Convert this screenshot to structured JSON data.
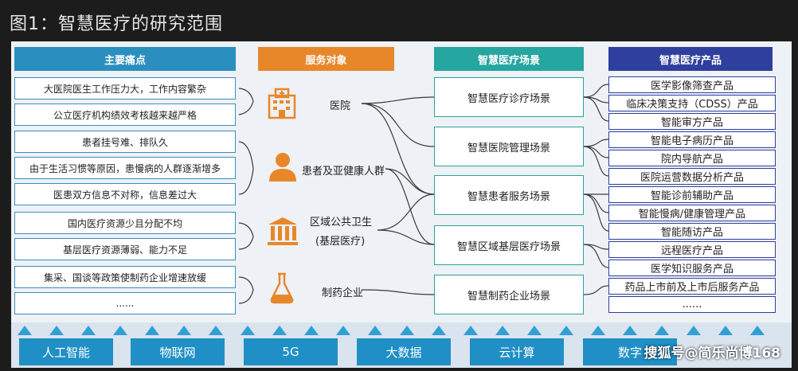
{
  "title": "图1：智慧医疗的研究范围",
  "headers": {
    "pain": "主要痛点",
    "target": "服务对象",
    "scene": "智慧医疗场景",
    "product": "智慧医疗产品"
  },
  "pain_points": [
    "大医院医生工作压力大，工作内容繁杂",
    "公立医疗机构绩效考核越来越严格",
    "患者挂号难、排队久",
    "由于生活习惯等原因，患慢病的人群逐渐增多",
    "医患双方信息不对称，信息差过大",
    "国内医疗资源少且分配不均",
    "基层医疗资源薄弱、能力不足",
    "集采、国谈等政策使制药企业增速放缓",
    "......"
  ],
  "targets": {
    "hospital": "医院",
    "patients": "患者及亚健康人群",
    "public_health_1": "区域公共卫生",
    "public_health_2": "(基层医疗)",
    "pharma": "制药企业"
  },
  "scenes": [
    "智慧医疗诊疗场景",
    "智慧医院管理场景",
    "智慧患者服务场景",
    "智慧区域基层医疗场景",
    "智慧制药企业场景"
  ],
  "products": [
    "医学影像筛查产品",
    "临床决策支持（CDSS）产品",
    "智能审方产品",
    "智能电子病历产品",
    "院内导航产品",
    "医院运营数据分析产品",
    "智能诊前辅助产品",
    "智能慢病/健康管理产品",
    "智能随访产品",
    "远程医疗产品",
    "医学知识服务产品",
    "药品上市前及上市后服务产品",
    "......"
  ],
  "technologies": [
    "人工智能",
    "物联网",
    "5G",
    "大数据",
    "云计算",
    "数字"
  ],
  "watermark": "搜狐号@简乐尚博168",
  "colors": {
    "pain": "#2a8fbf",
    "target": "#e8872a",
    "scene": "#25a6a0",
    "product": "#2f3f9e"
  }
}
